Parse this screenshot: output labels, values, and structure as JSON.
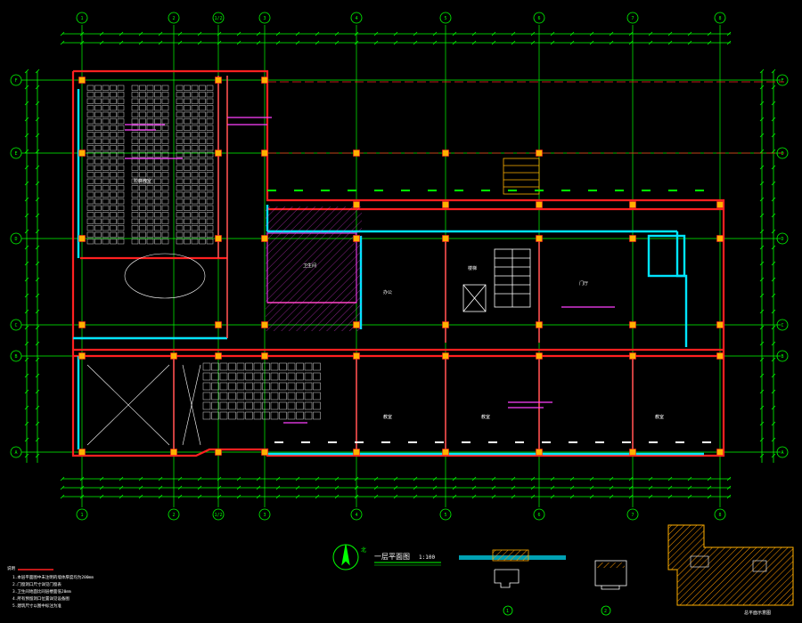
{
  "drawing": {
    "title": "一层平面图",
    "title_scale": "1:100",
    "north_label": "北",
    "columns_top": [
      "1",
      "2",
      "3",
      "4",
      "5",
      "6",
      "7",
      "8"
    ],
    "columns_extra": "1/2",
    "rows_left": [
      "F",
      "E",
      "D",
      "C",
      "B",
      "A"
    ],
    "rooms": {
      "lecture_hall": "阶梯教室",
      "classroom_1": "教室",
      "classroom_2": "教室",
      "classroom_3": "教室",
      "office": "办公",
      "hall": "门厅",
      "stair": "楼梯",
      "toilet": "卫生间"
    },
    "notes_header": "说明",
    "notes": [
      "1.本层平面图中未注明的墙体厚度均为200mm",
      "2.门窗洞口尺寸详见门窗表",
      "3.卫生间地面比同层楼面低20mm",
      "4.所有预留洞口位置详见设备图",
      "5.建筑尺寸以图中标注为准"
    ],
    "detail_labels": [
      "1",
      "2"
    ],
    "key_plan_title": "总平面示意图"
  },
  "colors": {
    "axis": "#00ff00",
    "wall_red": "#ff2020",
    "wall_cyan": "#00e5ff",
    "column": "#ffb000",
    "magenta": "#ff40ff",
    "dim": "#00ff00",
    "white": "#ffffff",
    "seat": "#d8d8d8"
  }
}
